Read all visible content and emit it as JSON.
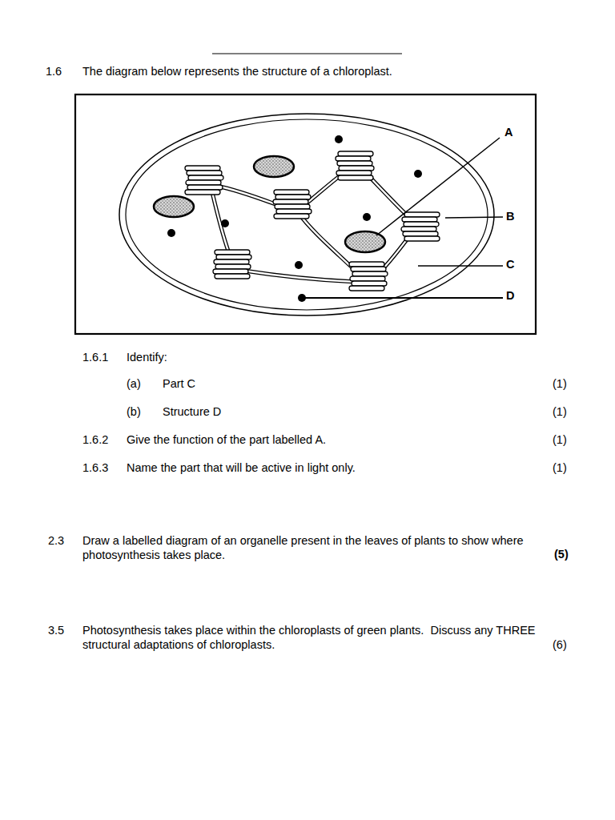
{
  "diagram": {
    "labels": [
      "1.6",
      "The diagram below represents the structure of a chloroplast.",
      "A",
      "B",
      "C",
      "D",
      "1.6.1",
      "Identify:",
      "(a)",
      "Part C",
      "(1)",
      "(b)",
      "Structure D",
      "(1)",
      "1.6.2",
      "Give the function of the part labelled A.",
      "(1)",
      "1.6.3",
      "Name the part that will be active in light only.",
      "(1)",
      "2.3",
      "Draw a labelled diagram of an organelle present in the leaves of plants to show where photosynthesis takes place.",
      "(5)",
      "3.5",
      "Photosynthesis takes place within the chloroplasts of green plants.  Discuss any THREE structural adaptations of chloroplasts.",
      "(6)"
    ]
  }
}
